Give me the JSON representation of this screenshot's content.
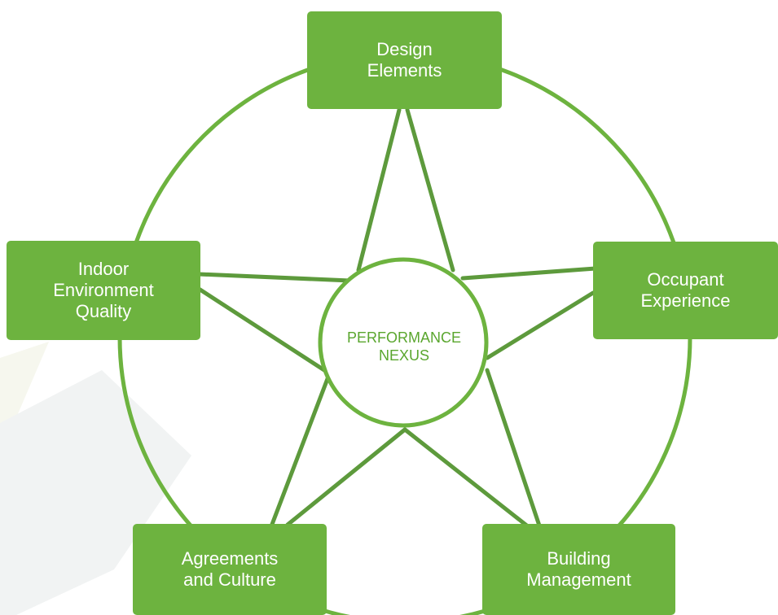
{
  "diagram": {
    "colors": {
      "accent": "#6db33f",
      "line": "#5d9a3c",
      "hub_text": "#5aa62e",
      "background_wash": "#f3f5ea"
    },
    "hub": {
      "label": "PERFORMANCE\nNEXUS"
    },
    "nodes": [
      {
        "id": "design",
        "label": "Design\nElements"
      },
      {
        "id": "occupant",
        "label": "Occupant\nExperience"
      },
      {
        "id": "building",
        "label": "Building\nManagement"
      },
      {
        "id": "agreements",
        "label": "Agreements\nand Culture"
      },
      {
        "id": "indoor",
        "label": "Indoor\nEnvironment\nQuality"
      }
    ]
  }
}
